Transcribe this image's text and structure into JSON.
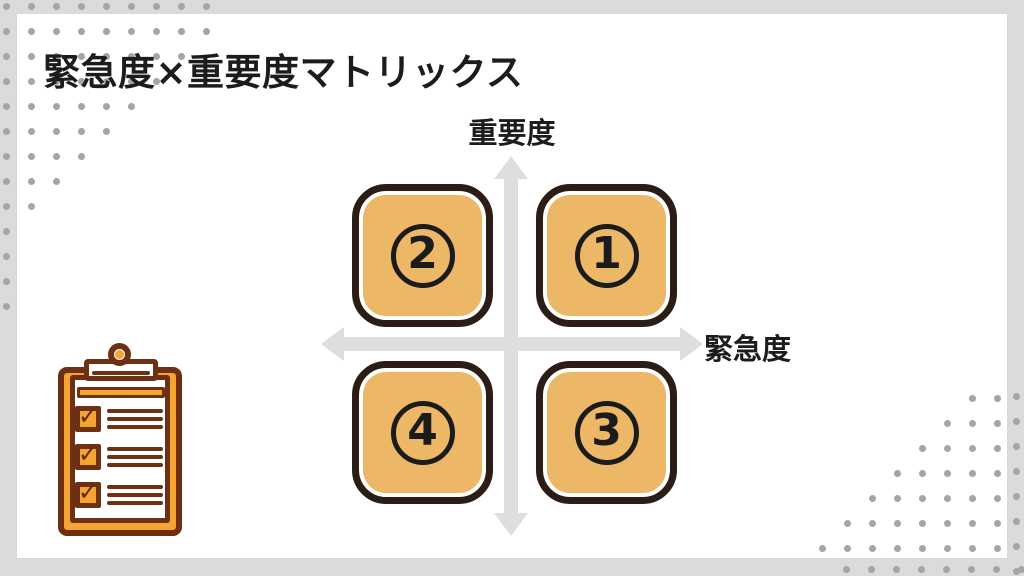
{
  "title": "緊急度×重要度マトリックス",
  "matrix": {
    "vertical_axis_label": "重要度",
    "horizontal_axis_label": "緊急度",
    "quadrants": {
      "q1": {
        "number": "1",
        "circled": "①",
        "position": "top-right"
      },
      "q2": {
        "number": "2",
        "circled": "②",
        "position": "top-left"
      },
      "q3": {
        "number": "3",
        "circled": "③",
        "position": "bottom-right"
      },
      "q4": {
        "number": "4",
        "circled": "④",
        "position": "bottom-left"
      }
    }
  },
  "illustration": {
    "name": "checklist-clipboard",
    "checked_items": 3,
    "checkmark": "✓"
  },
  "colors": {
    "page_background": "#dbdbdb",
    "card_background": "#ffffff",
    "dot": "#a9a3a3",
    "axis_gray": "#dedede",
    "quadrant_fill": "#ecb867",
    "quadrant_border": "#2b1d16",
    "number_black": "#1b1b1b",
    "clipboard_orange": "#f4a431",
    "clipboard_brown": "#6e3012",
    "title_text": "#1c1c1c"
  }
}
